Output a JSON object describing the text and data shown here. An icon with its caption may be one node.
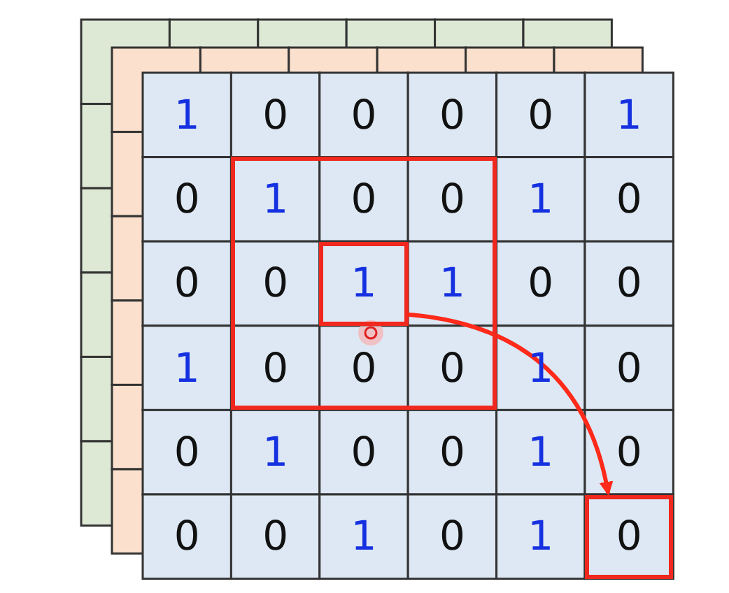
{
  "diagram": {
    "nodes": [
      {
        "text": [],
        "shape": "box"
      },
      {
        "text": [
          "1"
        ],
        "in": 0
      },
      {
        "text": [
          "0"
        ]
      }
    ],
    "edges": [
      {
        "from": 1,
        "to": 2,
        "arrow": "to",
        "color": "#ff2a1a"
      }
    ],
    "labels": [
      "1",
      "0",
      "0",
      "0",
      "0",
      "1",
      "0",
      "1",
      "0",
      "0",
      "1",
      "0",
      "0",
      "0",
      "1",
      "0",
      "0",
      "1",
      "0",
      "0",
      "0",
      "1",
      "0",
      "0",
      "1",
      "0",
      "0",
      "1",
      "0",
      "0",
      "0",
      "1",
      "0",
      "1"
    ]
  }
}
